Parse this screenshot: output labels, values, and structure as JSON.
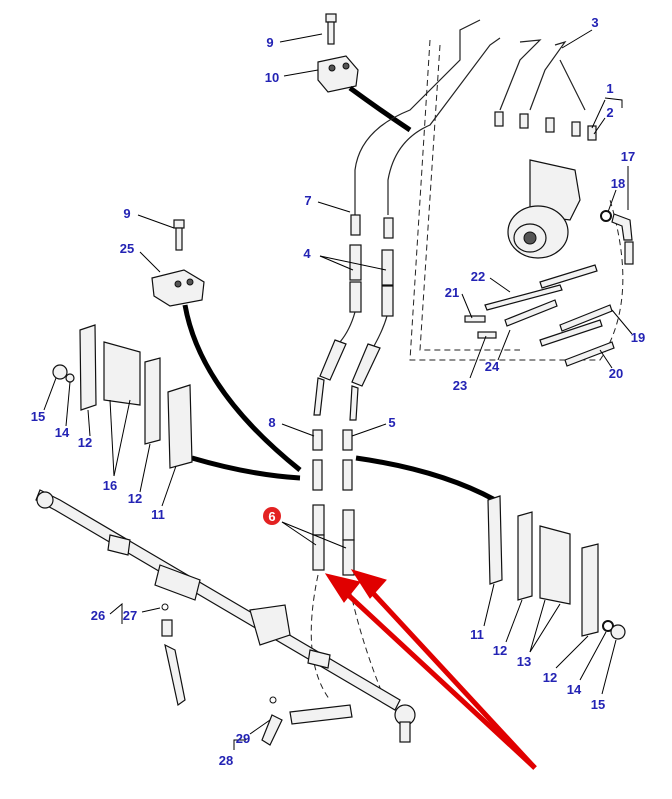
{
  "diagram": {
    "callouts": [
      "9",
      "10",
      "3",
      "1",
      "2",
      "17",
      "18",
      "7",
      "9",
      "25",
      "4",
      "22",
      "21",
      "19",
      "23",
      "24",
      "20",
      "8",
      "5",
      "15",
      "14",
      "12",
      "16",
      "12",
      "11",
      "11",
      "12",
      "13",
      "12",
      "14",
      "15",
      "26",
      "27",
      "29",
      "28"
    ],
    "highlight_callout": "6",
    "colors": {
      "callout_text": "#2323b4",
      "highlight": "#e32222",
      "arrow": "#e00000"
    }
  }
}
